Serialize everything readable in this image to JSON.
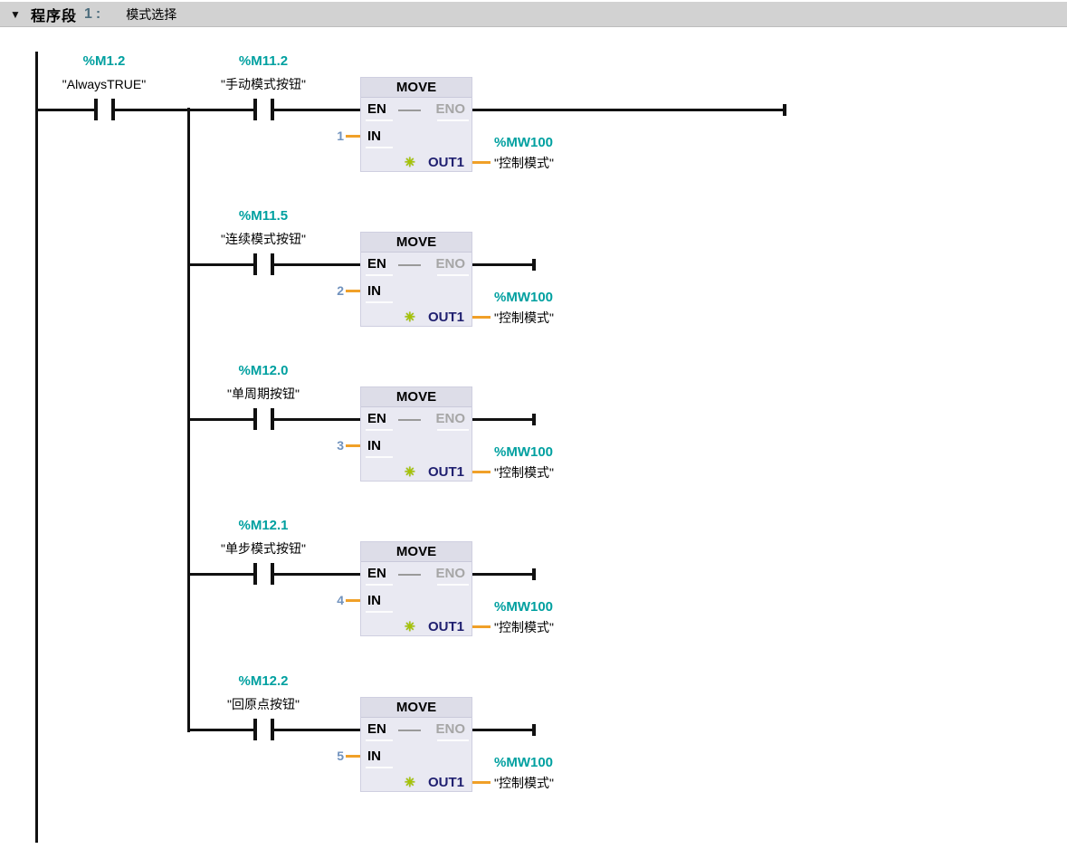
{
  "header": {
    "collapse_icon": "▼",
    "network_label": "程序段",
    "network_number": "1",
    "colon": ":",
    "title": "模式选择"
  },
  "main_contact": {
    "address": "%M1.2",
    "name": "\"AlwaysTRUE\""
  },
  "move_block": {
    "title": "MOVE",
    "en": "EN",
    "eno": "ENO",
    "in": "IN",
    "out": "OUT1",
    "out_icon": "✳"
  },
  "out_operand": {
    "address": "%MW100",
    "name": "\"控制模式\""
  },
  "rungs": [
    {
      "contact_address": "%M11.2",
      "contact_name": "\"手动模式按钮\"",
      "in_value": "1"
    },
    {
      "contact_address": "%M11.5",
      "contact_name": "\"连续模式按钮\"",
      "in_value": "2"
    },
    {
      "contact_address": "%M12.0",
      "contact_name": "\"单周期按钮\"",
      "in_value": "3"
    },
    {
      "contact_address": "%M12.1",
      "contact_name": "\"单步模式按钮\"",
      "in_value": "4"
    },
    {
      "contact_address": "%M12.2",
      "contact_name": "\"回原点按钮\"",
      "in_value": "5"
    }
  ],
  "colors": {
    "operand_teal": "#00a0a0",
    "wire_orange": "#f0a028",
    "constant_blue": "#7092be",
    "eno_gray": "#a6a6a6",
    "out_navy": "#202070",
    "block_bg": "#e9e9f2",
    "block_header_bg": "#dddde8",
    "header_bar_bg": "#d2d2d2"
  }
}
